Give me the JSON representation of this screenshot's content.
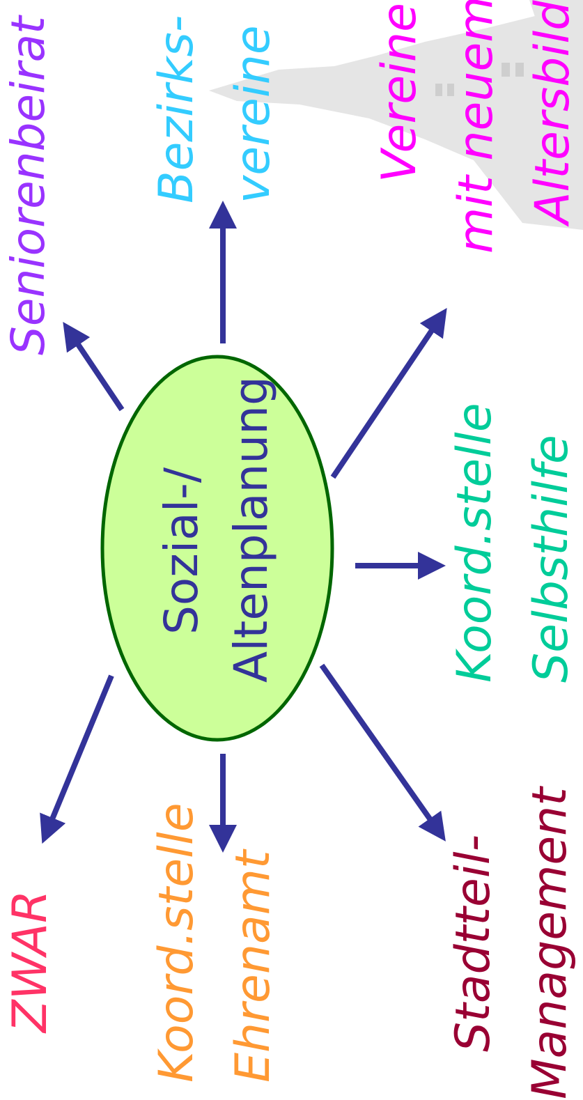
{
  "center": {
    "line1": "Sozial-/",
    "line2": "Altenplanung",
    "fill": "#ccff99",
    "stroke": "#006600",
    "text_color": "#333399"
  },
  "arrow_color": "#333399",
  "nodes": [
    {
      "id": "seniorenbeirat",
      "lines": [
        "Seniorenbeirat"
      ],
      "color": "#9933ff"
    },
    {
      "id": "bezirksvereine",
      "lines": [
        "Bezirks-",
        "vereine"
      ],
      "color": "#33ccff"
    },
    {
      "id": "vereine",
      "lines": [
        "Vereine",
        "mit neuem",
        "Altersbild"
      ],
      "color": "#ff00ff"
    },
    {
      "id": "koord-selbsthilfe",
      "lines": [
        "Koord.stelle",
        "Selbsthilfe"
      ],
      "color": "#00cc99"
    },
    {
      "id": "stadtteil",
      "lines": [
        "Stadtteil-",
        "Management"
      ],
      "color": "#990033"
    },
    {
      "id": "koord-ehrenamt",
      "lines": [
        "Koord.stelle",
        "Ehrenamt"
      ],
      "color": "#ff9933"
    },
    {
      "id": "zwar",
      "lines": [
        "ZWAR"
      ],
      "color": "#ff3366"
    }
  ]
}
